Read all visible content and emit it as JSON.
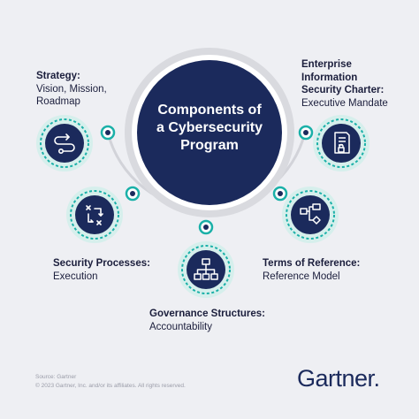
{
  "center": {
    "title": "Components of\na Cybersecurity\nProgram"
  },
  "components": [
    {
      "title": "Strategy:",
      "subtitle": "Vision,  Mission,\nRoadmap",
      "icon": "strategy-route-icon"
    },
    {
      "title": "Security Processes:",
      "subtitle": "Execution",
      "icon": "process-flow-icon"
    },
    {
      "title": "Governance Structures:",
      "subtitle": "Accountability",
      "icon": "org-chart-icon"
    },
    {
      "title": "Terms of Reference:",
      "subtitle": "Reference Model",
      "icon": "flowchart-icon"
    },
    {
      "title": "Enterprise\nInformation\nSecurity Charter:",
      "subtitle": "Executive Mandate",
      "icon": "document-lock-icon"
    }
  ],
  "footer": {
    "source": "Source: Gartner",
    "copyright": "© 2023 Gartner, Inc. and/or its affiliates. All rights reserved."
  },
  "logo": {
    "text": "Gartner"
  },
  "colors": {
    "navy": "#1b2a5c",
    "teal": "#1ab0a8",
    "light_teal": "#bfe8e3",
    "mint": "#d6efec",
    "gray_ring": "#c9cad0",
    "background": "#eeeff3"
  }
}
